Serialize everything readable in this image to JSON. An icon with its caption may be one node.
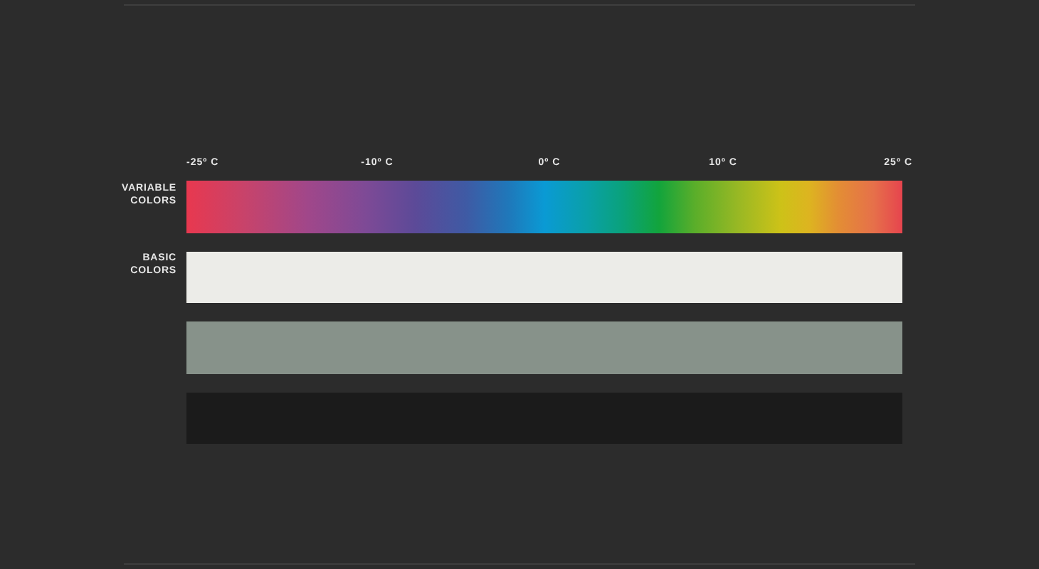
{
  "diagram": {
    "nodes": [
      {
        "text": [],
        "shape": "bar"
      },
      {
        "text": [],
        "shape": "bar"
      },
      {
        "text": [],
        "shape": "bar"
      },
      {
        "text": [],
        "shape": "bar"
      }
    ],
    "labels": [
      "-25º C",
      "-10º C",
      "0º C",
      "10º C",
      "25º C",
      "VARIABLE COLORS",
      "BASIC COLORS"
    ]
  }
}
